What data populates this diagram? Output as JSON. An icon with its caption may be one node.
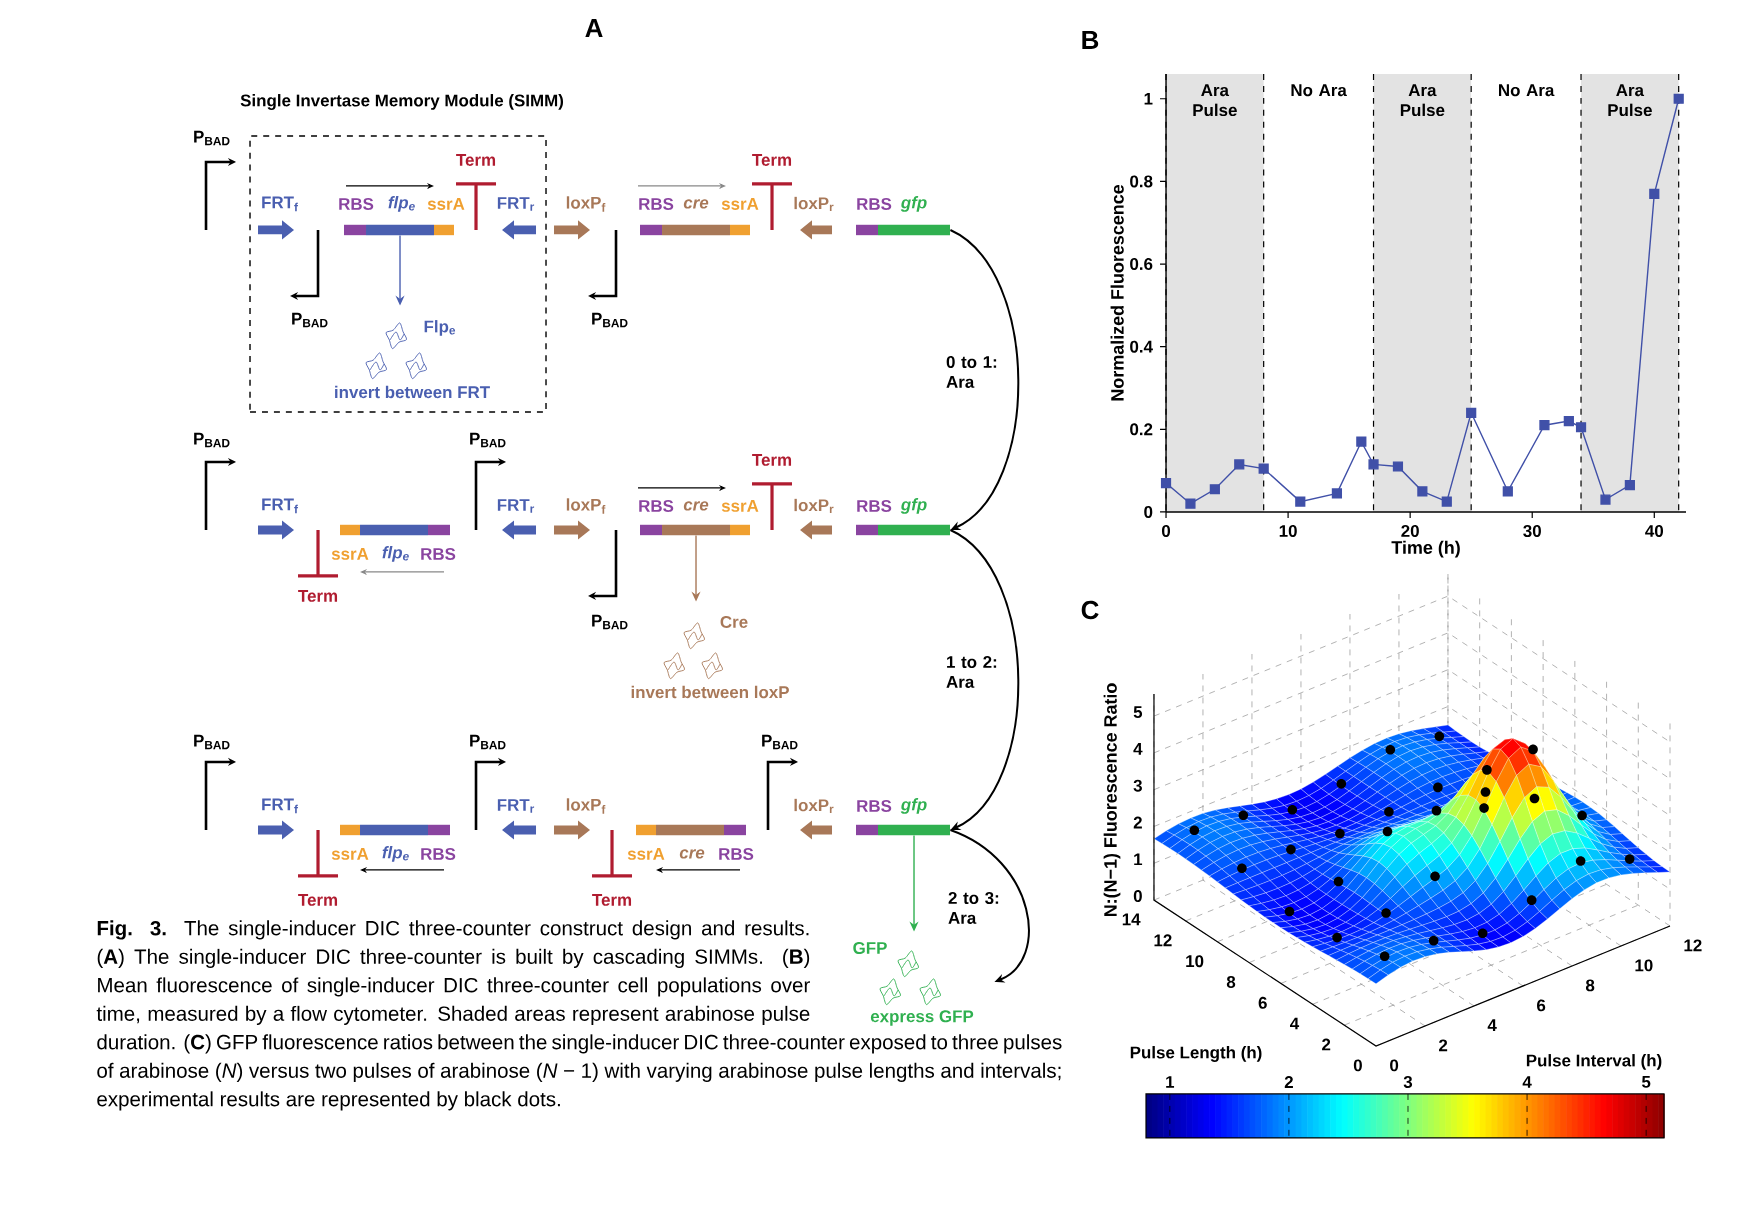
{
  "diagram": {
    "caption": "**Fig. 3.** The single-inducer DIC three-counter construct design and results. (**A**) The single-inducer DIC three-counter is built by cascading SIMMs. (**B**) Mean fluorescence of single-inducer DIC three-counter cell populations over time, measured by a flow cytometer. Shaded areas represent arabinose pulse duration. (**C**) GFP fluorescence ratios between the single-inducer DIC three-counter exposed to three pulses of arabinose (*N*) versus two pulses of arabinose (*N* − 1) with varying arabinose pulse lengths and intervals; experimental results are represented by black dots.",
    "nodes": [
      {
        "text": [
          "Single Invertase Memory Module (SIMM)"
        ]
      },
      {
        "text": [],
        "shape": "bar",
        "in": 0
      },
      {
        "text": [
          "Flp$_{e}$",
          "invert between FRT"
        ],
        "in": 0
      },
      {
        "text": [],
        "shape": "bar"
      },
      {
        "text": [],
        "shape": "bar"
      },
      {
        "text": [],
        "shape": "bar"
      },
      {
        "text": [
          "Cre",
          "invert between loxP"
        ]
      },
      {
        "text": [],
        "shape": "bar"
      },
      {
        "text": [
          "GFP",
          "express GFP"
        ]
      }
    ],
    "edges": [
      {
        "from": 1,
        "to": 2,
        "arrow": "to",
        "color": "#4a5fb0"
      },
      {
        "from": 3,
        "to": 5,
        "arrow": "to",
        "label": "0 to 1: Ara"
      },
      {
        "from": 4,
        "to": 6,
        "arrow": "to",
        "color": "#a87858"
      },
      {
        "from": 5,
        "to": 7,
        "arrow": "to",
        "label": "1 to 2: Ara"
      },
      {
        "from": 7,
        "to": 8,
        "arrow": "to",
        "color": "#30b050"
      },
      {
        "from": 7,
        "to": 8,
        "arrow": "to",
        "label": "2 to 3: Ara"
      }
    ],
    "labels": [
      "A",
      "B",
      "P$_{BAD}$",
      "Term",
      "Term",
      "FRT$_{f}$",
      "RBS",
      "flp$_{e}$",
      "ssrA",
      "FRT$_{r}$",
      "loxP$_{f}$",
      "RBS",
      "cre",
      "ssrA",
      "loxP$_{r}$",
      "RBS",
      "gfp",
      "P$_{BAD}$",
      "P$_{BAD}$",
      "P$_{BAD}$",
      "P$_{BAD}$",
      "Term",
      "FRT$_{f}$",
      "FRT$_{r}$",
      "loxP$_{f}$",
      "RBS",
      "cre",
      "ssrA",
      "loxP$_{r}$",
      "RBS",
      "gfp",
      "ssrA",
      "flp$_{e}$",
      "RBS",
      "Term",
      "P$_{BAD}$",
      "P$_{BAD}$",
      "P$_{BAD}$",
      "P$_{BAD}$",
      "FRT$_{f}$",
      "FRT$_{r}$",
      "loxP$_{f}$",
      "loxP$_{r}$",
      "RBS",
      "gfp",
      "ssrA",
      "flp$_{e}$",
      "RBS",
      "ssrA",
      "cre",
      "RBS",
      "Term",
      "Term",
      "C",
      "5",
      "4",
      "3",
      "2",
      "1",
      "0",
      "N:(N−1) Fluorescence Ratio",
      "14",
      "12",
      "10",
      "8",
      "6",
      "4",
      "2",
      "0",
      "0",
      "2",
      "4",
      "6",
      "8",
      "10",
      "12",
      "Pulse Length (h)",
      "Pulse Interval (h)",
      "1",
      "2",
      "3",
      "4",
      "5"
    ],
    "chart_data": {
      "type": "line",
      "xlabel": "Time (h)",
      "ylabel": "Normalized Fluorescence",
      "x": [
        0,
        2,
        4,
        6,
        8,
        11,
        14,
        16,
        17,
        19,
        21,
        23,
        25,
        28,
        31,
        33,
        34,
        36,
        38,
        40,
        42
      ],
      "series": [
        {
          "color": "#4050a8",
          "marker": "square",
          "values": [
            0.07,
            0.02,
            0.055,
            0.115,
            0.105,
            0.025,
            0.045,
            0.17,
            0.115,
            0.11,
            0.05,
            0.025,
            0.24,
            0.05,
            0.21,
            0.22,
            0.205,
            0.03,
            0.065,
            0.77,
            1.0
          ]
        }
      ],
      "xlim": [
        0,
        42.6
      ],
      "ylim": [
        0,
        1.06
      ],
      "xticks": [
        0,
        10,
        20,
        30,
        40
      ],
      "yticks": [
        0,
        0.2,
        0.4,
        0.6,
        0.8,
        1
      ],
      "bands": [
        {
          "axis": "x",
          "from": 0,
          "to": 8
        },
        {
          "axis": "x",
          "from": 17,
          "to": 25
        },
        {
          "axis": "x",
          "from": 34,
          "to": 42
        }
      ],
      "ref_lines": [
        {
          "axis": "x",
          "value": 0
        },
        {
          "axis": "x",
          "value": 8
        },
        {
          "axis": "x",
          "value": 17
        },
        {
          "axis": "x",
          "value": 25
        },
        {
          "axis": "x",
          "value": 34
        },
        {
          "axis": "x",
          "value": 42
        }
      ],
      "annotations": [
        "Ara Pulse",
        "No Ara",
        "Ara Pulse",
        "No Ara",
        "Ara Pulse"
      ]
    }
  }
}
